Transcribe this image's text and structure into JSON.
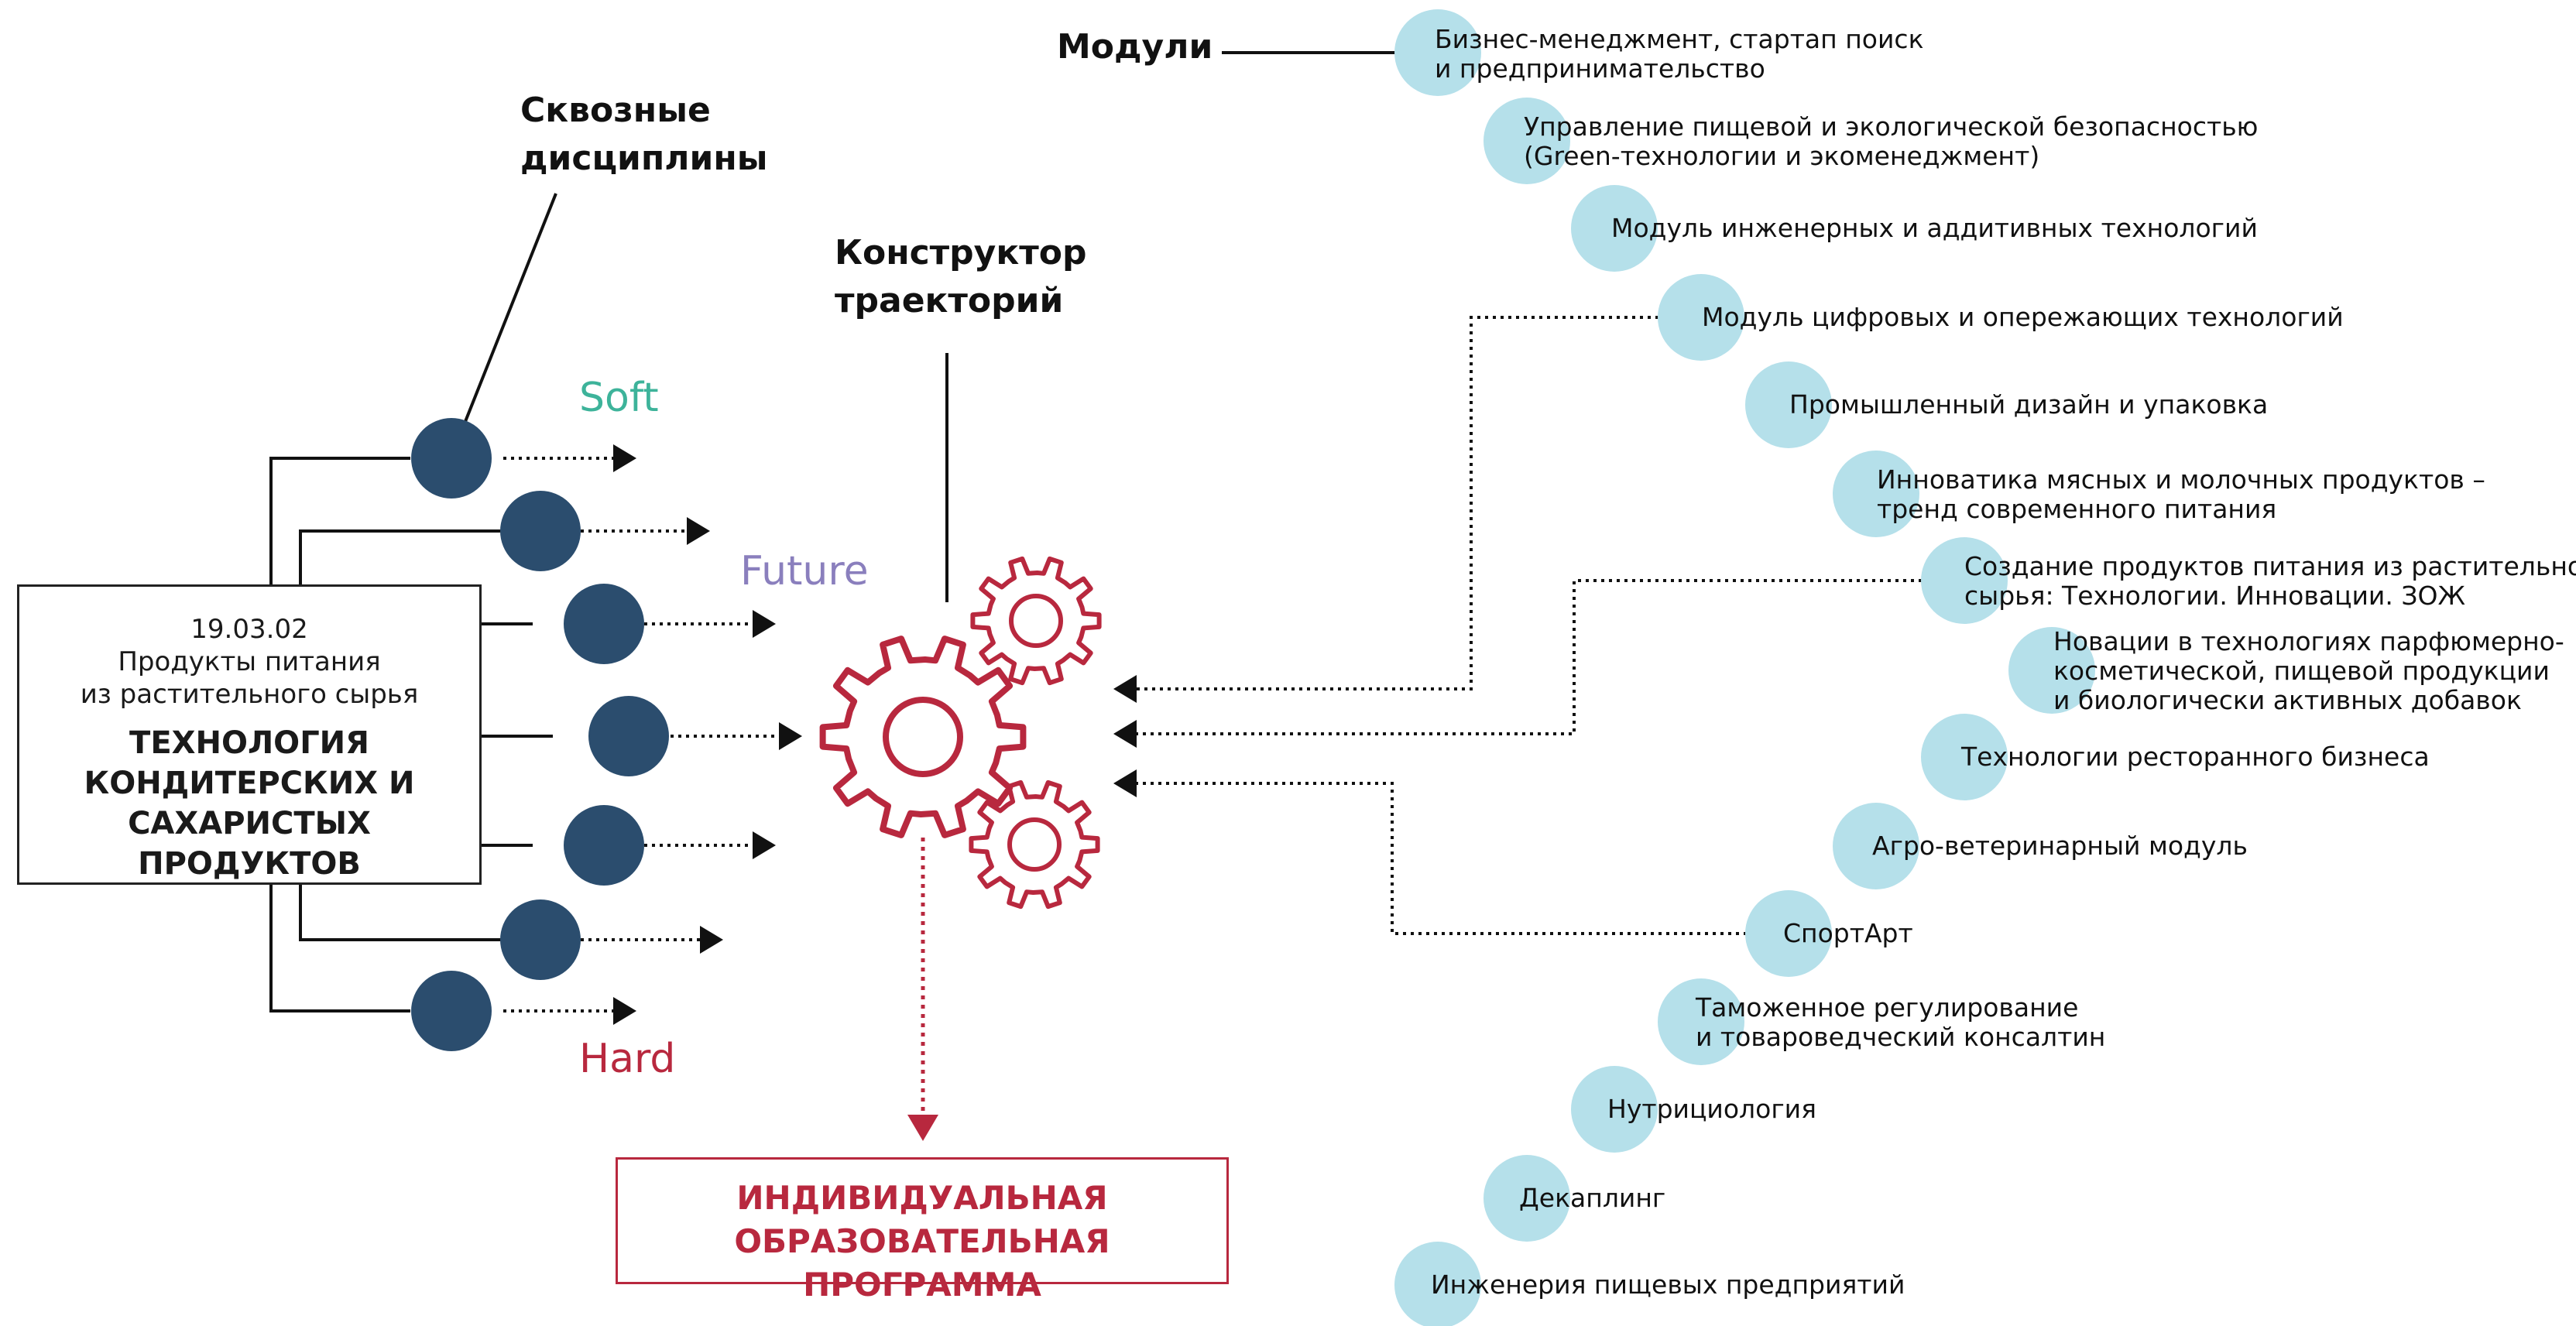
{
  "headers": {
    "modules": "Модули",
    "cross_line1": "Сквозные",
    "cross_line2": "дисциплины",
    "constructor_line1": "Конструктор",
    "constructor_line2": "траекторий"
  },
  "skill_labels": {
    "soft": "Soft",
    "future": "Future",
    "hard": "Hard"
  },
  "program": {
    "code": "19.03.02",
    "name_line1": "Продукты питания",
    "name_line2": "из растительного сырья",
    "title_line1": "ТЕХНОЛОГИЯ",
    "title_line2": "КОНДИТЕРСКИХ И",
    "title_line3": "САХАРИСТЫХ ПРОДУКТОВ"
  },
  "output": {
    "line1": "ИНДИВИДУАЛЬНАЯ",
    "line2": "ОБРАЗОВАТЕЛЬНАЯ ПРОГРАММА"
  },
  "modules": [
    {
      "lines": [
        "Бизнес-менеджмент, стартап поиск",
        "и предпринимательство"
      ]
    },
    {
      "lines": [
        "Управление пищевой и экологической безопасностью",
        "(Green-технологии и экоменеджмент)"
      ]
    },
    {
      "lines": [
        "Модуль инженерных и аддитивных технологий"
      ]
    },
    {
      "lines": [
        "Модуль цифровых и опережающих технологий"
      ]
    },
    {
      "lines": [
        "Промышленный дизайн и упаковка"
      ]
    },
    {
      "lines": [
        "Инноватика мясных и молочных продуктов –",
        "тренд современного питания"
      ]
    },
    {
      "lines": [
        "Создание продуктов питания из растительного",
        "сырья: Технологии. Инновации. ЗОЖ"
      ]
    },
    {
      "lines": [
        "Новации в технологиях парфюмерно-",
        "косметической, пищевой продукции",
        "и биологически активных добавок"
      ]
    },
    {
      "lines": [
        "Технологии ресторанного бизнеса"
      ]
    },
    {
      "lines": [
        "Агро-ветеринарный модуль"
      ]
    },
    {
      "lines": [
        "СпортАрт"
      ]
    },
    {
      "lines": [
        "Таможенное регулирование",
        "и товароведческий консалтин"
      ]
    },
    {
      "lines": [
        "Нутрициология"
      ]
    },
    {
      "lines": [
        "Декаплинг"
      ]
    },
    {
      "lines": [
        "Инженерия пищевых предприятий"
      ]
    }
  ],
  "colors": {
    "node": "#2b4d6e",
    "module_circle": "#b5e0ea",
    "gear": "#b8283e",
    "soft": "#3db39a",
    "future": "#8a7fbd",
    "hard": "#b8283e"
  }
}
